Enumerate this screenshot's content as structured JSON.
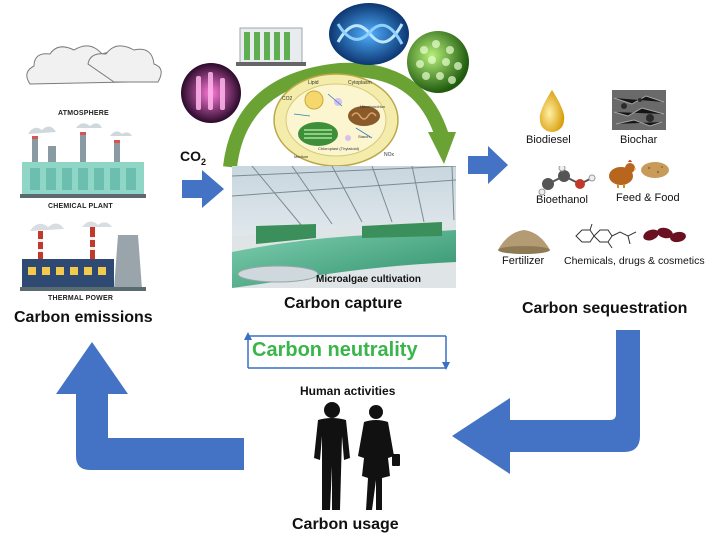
{
  "emissions": {
    "atmosphere_label": "ATMOSPHERE",
    "chemical_plant_label": "CHEMICAL PLANT",
    "thermal_power_label": "THERMAL POWER",
    "title": "Carbon emissions"
  },
  "capture": {
    "co2_main": "CO",
    "co2_sub": "2",
    "cell_labels": [
      "Lipid",
      "Cytoplasm",
      "Mitochondrion",
      "Chloroplast (Thylakoid)",
      "Medium",
      "NOx",
      "CO2",
      "Starch"
    ],
    "cultivation_label": "Microalgae cultivation",
    "title": "Carbon capture"
  },
  "sequestration": {
    "products": [
      "Biodiesel",
      "Biochar",
      "Bioethanol",
      "Feed & Food",
      "Fertilizer",
      "Chemicals, drugs & cosmetics"
    ],
    "title": "Carbon sequestration"
  },
  "center": {
    "neutrality": "Carbon neutrality",
    "human_activities": "Human activities"
  },
  "usage": {
    "title": "Carbon usage"
  },
  "colors": {
    "arrow_blue": "#4472c4",
    "neutral_green": "#39b54a",
    "capture_arc_green": "#6aa334"
  }
}
